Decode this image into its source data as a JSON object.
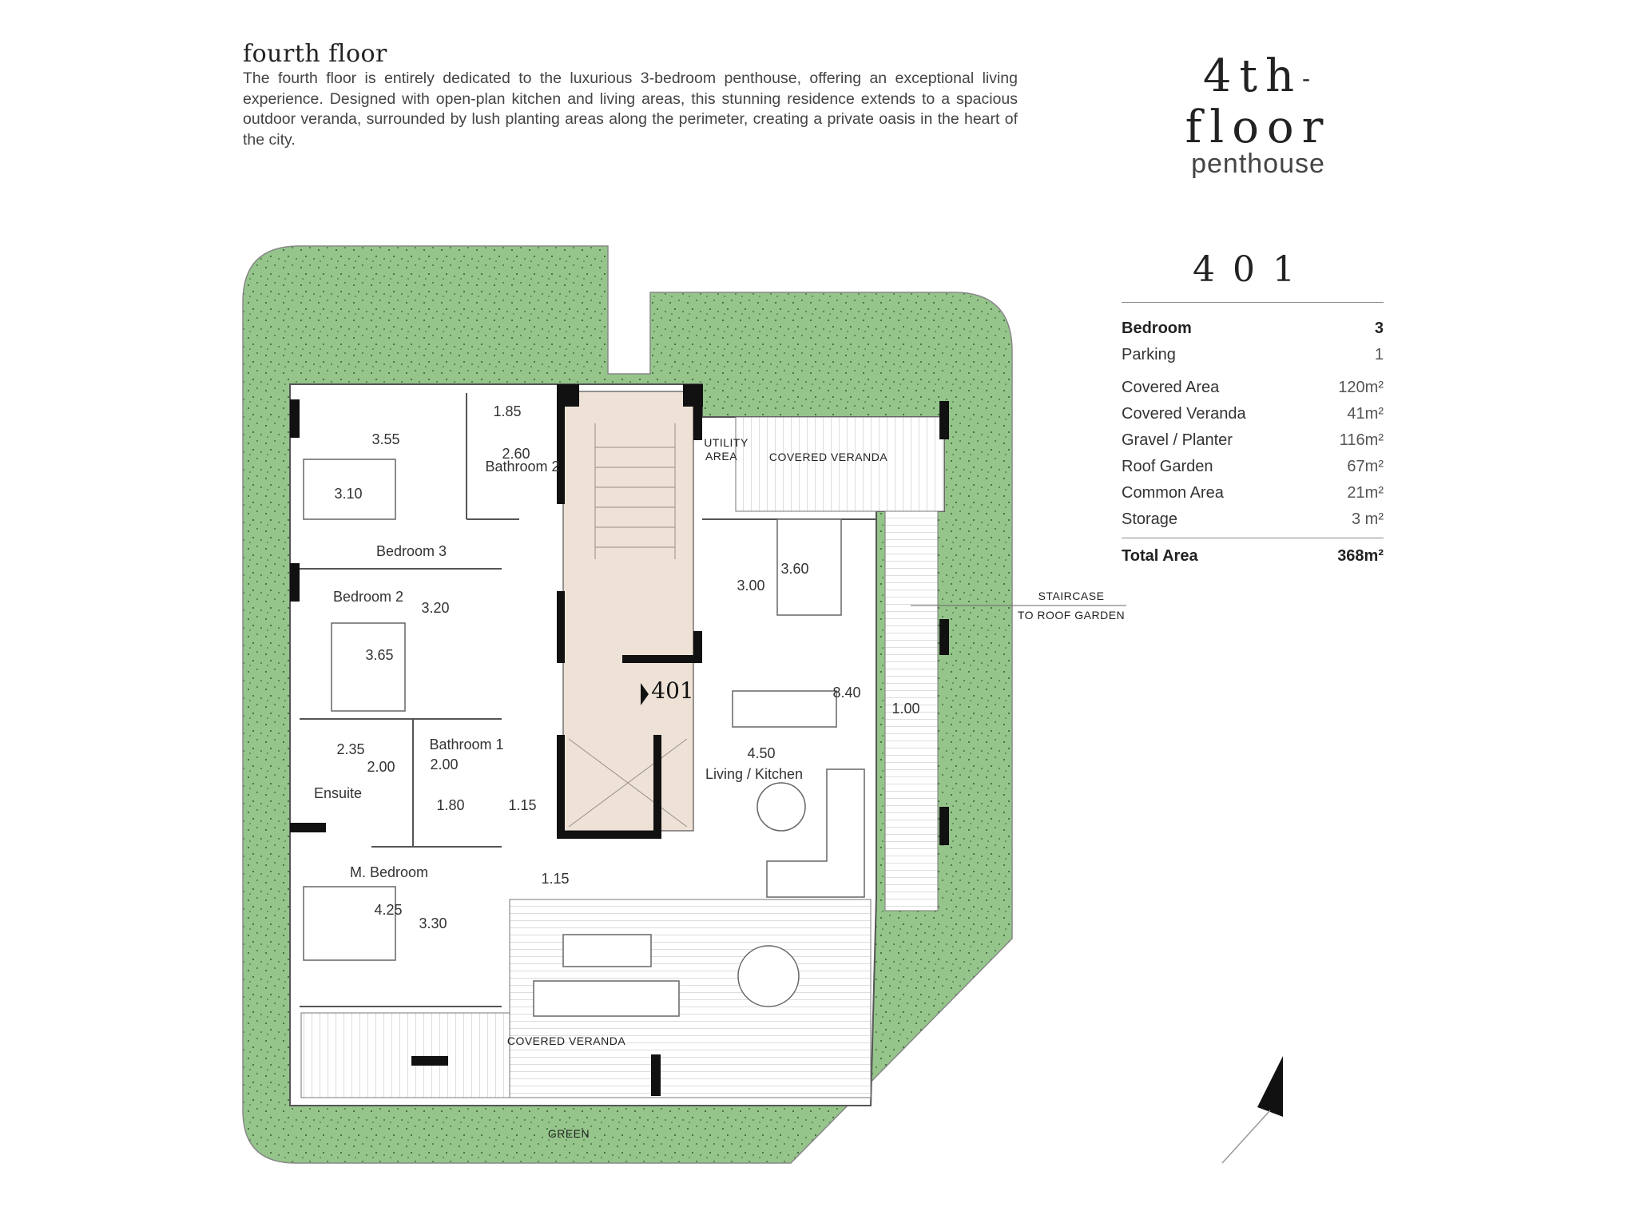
{
  "header": {
    "title": "fourth floor",
    "description": "The fourth floor is entirely dedicated to the luxurious 3-bedroom penthouse, offering an exceptional living experience. Designed with open-plan kitchen and living areas, this stunning residence extends to a spacious outdoor veranda, surrounded by lush planting areas along the perimeter, creating a private oasis in the heart of the city."
  },
  "brand": {
    "floor_num": "4th",
    "dash": "-",
    "floor_word": "floor",
    "subtitle": "penthouse"
  },
  "unit": {
    "number": "401",
    "specs": [
      {
        "label": "Bedroom",
        "value": "3"
      },
      {
        "label": "Parking",
        "value": "1"
      },
      {
        "label": "Covered Area",
        "value": "120m²"
      },
      {
        "label": "Covered Veranda",
        "value": "41m²"
      },
      {
        "label": "Gravel / Planter",
        "value": "116m²"
      },
      {
        "label": "Roof Garden",
        "value": "67m²"
      },
      {
        "label": "Common Area",
        "value": "21m²"
      },
      {
        "label": "Storage",
        "value": "3 m²"
      }
    ],
    "total": {
      "label": "Total Area",
      "value": "368m²"
    }
  },
  "plan": {
    "colors": {
      "green": "#95c58b",
      "core": "#eee2d6",
      "wall": "#111111"
    },
    "rooms": {
      "bedroom3": "Bedroom 3",
      "bedroom2": "Bedroom 2",
      "bathroom2": "Bathroom 2",
      "bathroom1": "Bathroom 1",
      "ensuite": "Ensuite",
      "master": "M. Bedroom",
      "living": "Living / Kitchen",
      "utility1": "UTILITY",
      "utility2": "AREA",
      "veranda_top": "COVERED VERANDA",
      "veranda_bottom": "COVERED VERANDA",
      "green": "GREEN",
      "stair1": "STAIRCASE",
      "stair2": "TO ROOF GARDEN",
      "unit_tag": "401"
    },
    "dims": {
      "d185": "1.85",
      "d355": "3.55",
      "d260": "2.60",
      "d310": "3.10",
      "d320": "3.20",
      "d365": "3.65",
      "d235": "2.35",
      "d200a": "2.00",
      "d200b": "2.00",
      "d180": "1.80",
      "d115a": "1.15",
      "d115b": "1.15",
      "d425": "4.25",
      "d330": "3.30",
      "d360": "3.60",
      "d300": "3.00",
      "d840": "8.40",
      "d100": "1.00",
      "d450": "4.50"
    }
  }
}
